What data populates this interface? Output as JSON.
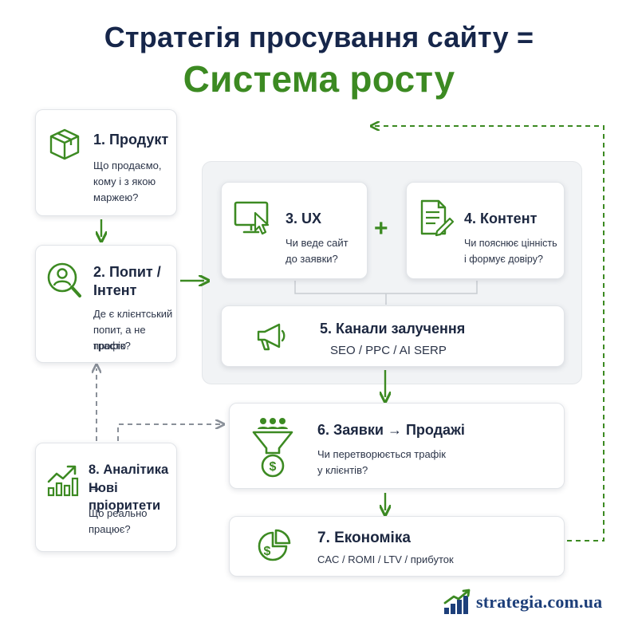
{
  "title": {
    "line1": "Стратегія просування сайту =",
    "line2": "Система росту"
  },
  "steps": [
    {
      "heading": "1. Продукт",
      "desc": [
        "Що продаємо,",
        "кому і з якою",
        "маржею?"
      ],
      "icon": "box-icon"
    },
    {
      "heading": [
        "2. Попит /",
        "Інтент"
      ],
      "desc": [
        "Де є клієнтський",
        "попит, а не просто",
        "трафік?"
      ],
      "icon": "user-search-icon"
    },
    {
      "heading": "3. UX",
      "desc": [
        "Чи веде сайт",
        "до заявки?"
      ],
      "icon": "monitor-cursor-icon"
    },
    {
      "heading": "4. Контент",
      "desc": [
        "Чи пояснює цінність",
        "і формує довіру?"
      ],
      "icon": "document-pen-icon"
    },
    {
      "heading": "5. Канали залучення",
      "desc": [
        "SEO / PPC / AI SERP"
      ],
      "icon": "megaphone-icon"
    },
    {
      "heading": "6. Заявки → Продажі",
      "desc": [
        "Чи перетворюється трафік",
        "у клієнтів?"
      ],
      "icon": "funnel-icon"
    },
    {
      "heading": "7. Економіка",
      "desc": [
        "CAC / ROMI / LTV / прибуток"
      ],
      "icon": "pie-dollar-icon"
    },
    {
      "heading": [
        "8. Аналітика →",
        "Нові пріоритети"
      ],
      "desc": [
        "Що реально",
        "працює?"
      ],
      "icon": "growth-chart-icon"
    }
  ],
  "plus_sign": "+",
  "logo": {
    "text": "strategia.com.ua"
  },
  "colors": {
    "green": "#3c8a22",
    "navy": "#16264a",
    "gray_arrow": "#8a9099",
    "logo_blue": "#1d3f7a"
  }
}
